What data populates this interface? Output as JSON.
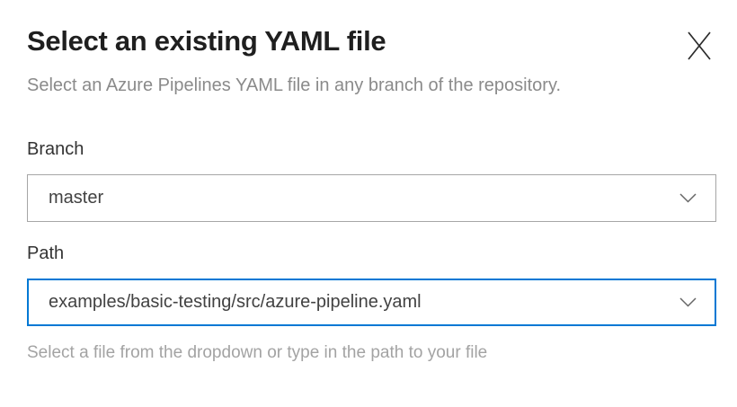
{
  "dialog": {
    "title": "Select an existing YAML file",
    "subtitle": "Select an Azure Pipelines YAML file in any branch of the repository."
  },
  "fields": {
    "branch": {
      "label": "Branch",
      "value": "master"
    },
    "path": {
      "label": "Path",
      "value": "examples/basic-testing/src/azure-pipeline.yaml",
      "helper": "Select a file from the dropdown or type in the path to your file"
    }
  },
  "icons": {
    "close": "close-icon",
    "chevron_down": "chevron-down-icon"
  },
  "colors": {
    "accent_focus_border": "#0078d4",
    "input_border": "#a6a6a6",
    "title_text": "#1f1f1f",
    "label_text": "#333333",
    "value_text": "#424242",
    "subtitle_text": "#8a8a8a",
    "helper_text": "#a3a3a3",
    "chevron": "#666666"
  }
}
